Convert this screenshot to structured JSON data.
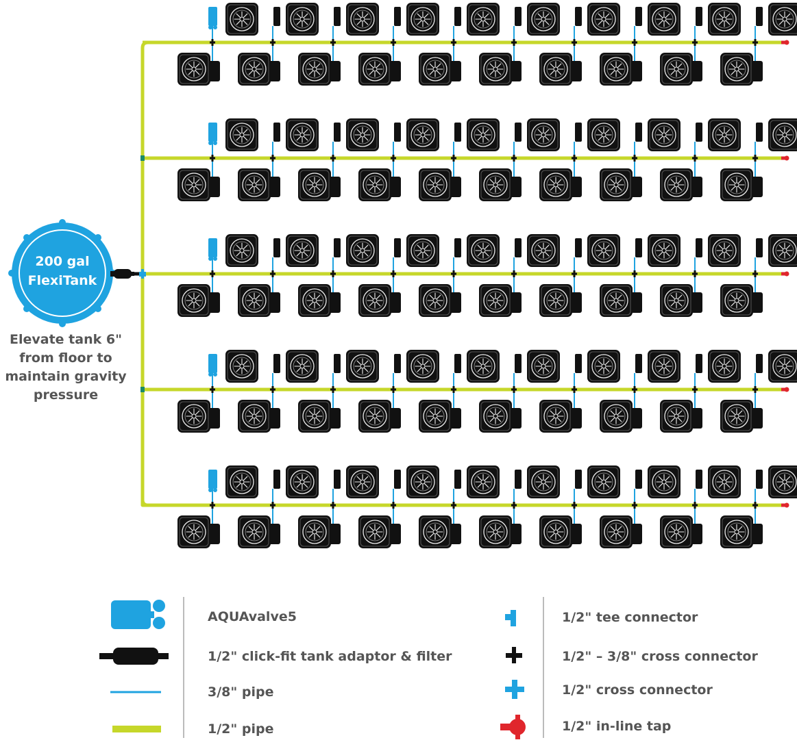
{
  "tank": {
    "capacity": "200 gal",
    "name": "FlexiTank",
    "note_lines": [
      "Elevate tank 6\"",
      "from floor to",
      "maintain gravity",
      "pressure"
    ]
  },
  "layout_info": {
    "rows": 5,
    "pots_top_per_row": 10,
    "pots_bottom_per_row": 10
  },
  "colors": {
    "half_inch_pipe": "#c6d72a",
    "three_eighth_pipe": "#1fa3e0",
    "tank": "#1fa3e0",
    "tap": "#e0262c",
    "pot": "#111111",
    "text": "#555555"
  },
  "legend": {
    "left": [
      {
        "icon": "aquavalve-icon",
        "label": "AQUAvalve5"
      },
      {
        "icon": "tank-adaptor-filter-icon",
        "label": "1/2\" click-fit tank adaptor & filter"
      },
      {
        "icon": "three-eighth-pipe-icon",
        "label": "3/8\" pipe"
      },
      {
        "icon": "half-inch-pipe-icon",
        "label": "1/2\" pipe"
      }
    ],
    "right": [
      {
        "icon": "tee-connector-icon",
        "label": "1/2\" tee connector"
      },
      {
        "icon": "cross-connector-mixed-icon",
        "label": "1/2\" – 3/8\" cross connector"
      },
      {
        "icon": "cross-connector-icon",
        "label": "1/2\" cross connector"
      },
      {
        "icon": "inline-tap-icon",
        "label": "1/2\" in-line tap"
      }
    ]
  }
}
